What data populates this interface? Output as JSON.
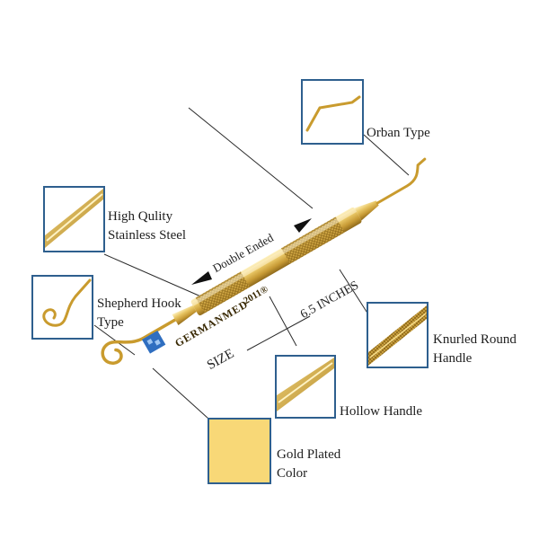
{
  "labels": {
    "orban": "Orban Type",
    "quality_line1": "High Qulity",
    "quality_line2": "Stainless Steel",
    "shepherd_line1": "Shepherd Hook",
    "shepherd_line2": "Type",
    "knurled_line1": "Knurled Round",
    "knurled_line2": "Handle",
    "hollow": "Hollow Handle",
    "gold_line1": "Gold Plated",
    "gold_line2": "Color",
    "double_ended": "Double Ended",
    "size_word": "SIZE",
    "size_value": "6.5 INCHES"
  },
  "stamp": {
    "brand": "GERMANMED",
    "year": "2011®"
  },
  "colors": {
    "frame": "#2e5f8e",
    "gold_light": "#f3dd8a",
    "gold_mid": "#d9b24a",
    "gold_dark": "#a67c1e",
    "swatch": "#f8d877"
  }
}
